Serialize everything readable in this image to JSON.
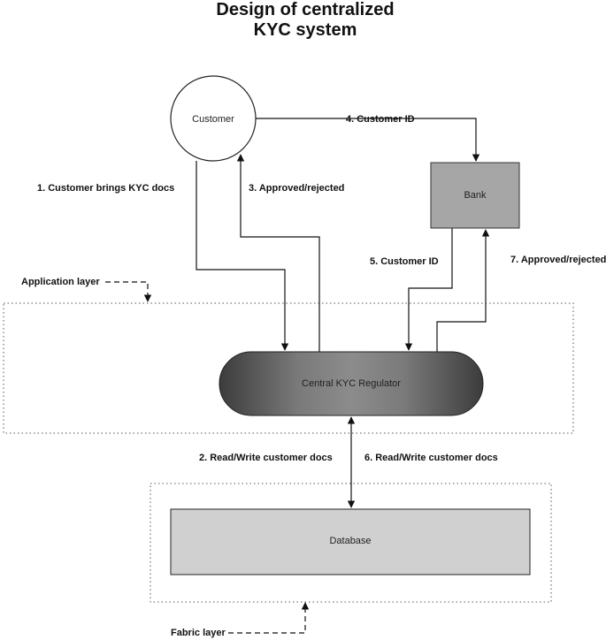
{
  "title": {
    "line1": "Design of centralized",
    "line2": "KYC system"
  },
  "nodes": {
    "customer": "Customer",
    "bank": "Bank",
    "regulator": "Central KYC Regulator",
    "database": "Database"
  },
  "layers": {
    "application": "Application layer",
    "fabric": "Fabric layer"
  },
  "edges": {
    "e1": "1. Customer brings KYC docs",
    "e2": "2. Read/Write customer docs",
    "e3": "3. Approved/rejected",
    "e4": "4. Customer ID",
    "e5": "5. Customer ID",
    "e6": "6. Read/Write customer docs",
    "e7": "7. Approved/rejected"
  },
  "colors": {
    "bank_fill": "#a6a6a6",
    "database_fill": "#d0d0d0",
    "regulator_dark": "#3c3c3c",
    "regulator_mid": "#8c8c8c"
  }
}
